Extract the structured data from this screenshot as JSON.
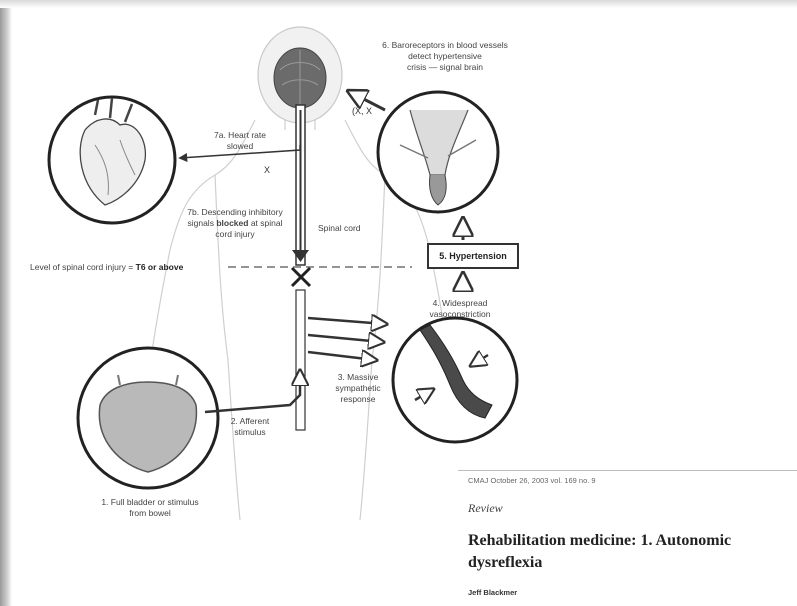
{
  "labels": {
    "baroreceptors": [
      "6. Baroreceptors in blood vessels",
      "detect hypertensive",
      "crisis — signal brain"
    ],
    "heart_rate": [
      "7a. Heart rate",
      "slowed"
    ],
    "descending": [
      "7b. Descending inhibitory",
      "signals",
      "blocked",
      "at spinal",
      "cord injury"
    ],
    "spinal_cord": "Spinal cord",
    "level_prefix": "Level of spinal cord injury =",
    "level_bold": "T6 or above",
    "hypertension": "5. Hypertension",
    "vasoconstriction": [
      "4. Widespread",
      "vasoconstriction"
    ],
    "sympathetic": [
      "3. Massive",
      "sympathetic",
      "response"
    ],
    "afferent": [
      "2. Afferent",
      "stimulus"
    ],
    "bladder": [
      "1. Full bladder or stimulus",
      "from bowel"
    ],
    "x_marks": [
      "X",
      "(X, X"
    ]
  },
  "article": {
    "citation": "CMAJ October 26, 2003 vol. 169 no. 9",
    "section": "Review",
    "title_line1": "Rehabilitation medicine: 1. Autonomic",
    "title_line2": "dysreflexia",
    "author": "Jeff Blackmer"
  },
  "colors": {
    "outline": "#333333",
    "spinal_cord": "#555555",
    "body_silhouette": "#cccccc",
    "bladder_fill": "#b9b9b9",
    "vessel_dark": "#4a4a4a"
  }
}
